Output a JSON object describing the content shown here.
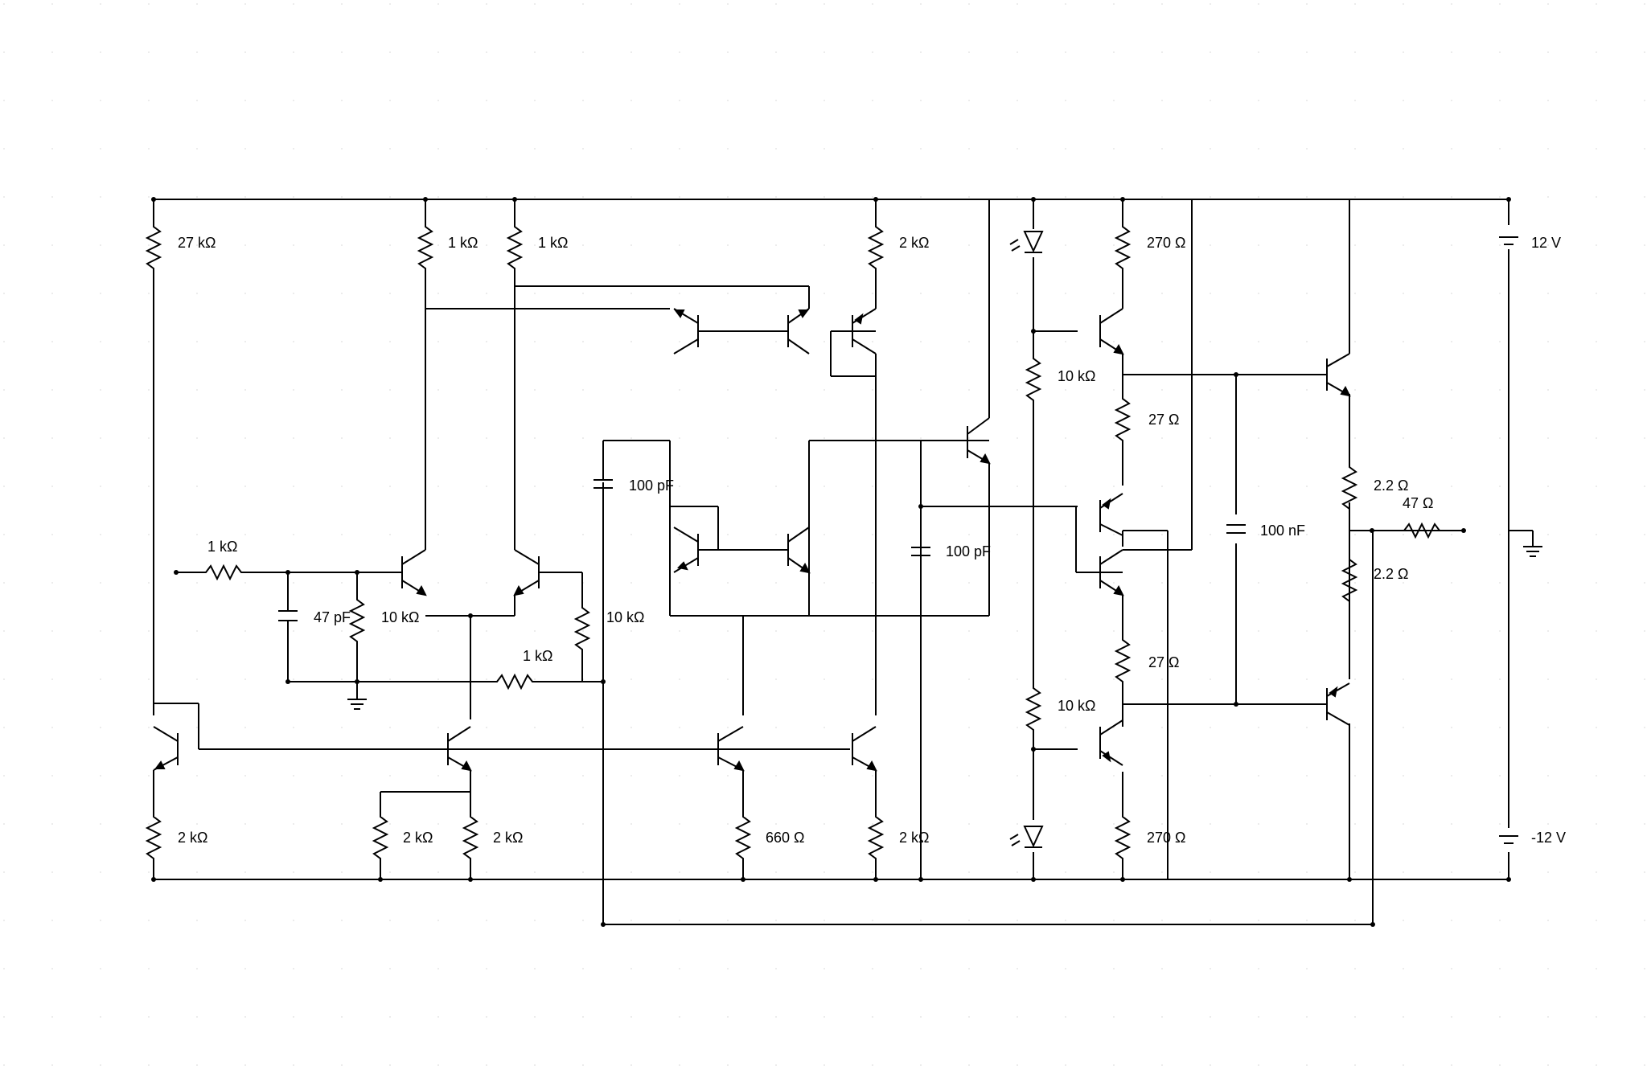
{
  "schematic": {
    "components": {
      "r_bias_top": "27 kΩ",
      "r_diff_left": "1 kΩ",
      "r_diff_right": "1 kΩ",
      "r_vas_top": "2 kΩ",
      "r_driver_top": "270 Ω",
      "r_input": "1 kΩ",
      "c_input": "47 pF",
      "r_input_pd": "10 kΩ",
      "r_feedback": "10 kΩ",
      "r_fb_shunt": "1 kΩ",
      "c_comp1": "100 pF",
      "c_comp2": "100 pF",
      "r_vbe_top": "10 kΩ",
      "r_emit_top": "27 Ω",
      "r_emit_bot": "27 Ω",
      "r_vbe_bot": "10 kΩ",
      "c_decouple": "100 nF",
      "r_out_top": "2.2 Ω",
      "r_out_bot": "2.2 Ω",
      "r_load": "47 Ω",
      "r_bias_bottom": "2 kΩ",
      "r_tail_a": "2 kΩ",
      "r_tail_b": "2 kΩ",
      "r_cs": "660 Ω",
      "r_vas_bot": "2 kΩ",
      "r_driver_bot": "270 Ω",
      "v_pos": "12 V",
      "v_neg": "-12 V"
    },
    "icons": [
      "resistor-icon",
      "capacitor-icon",
      "npn-transistor-icon",
      "pnp-transistor-icon",
      "led-icon",
      "battery-icon",
      "ground-icon"
    ]
  }
}
